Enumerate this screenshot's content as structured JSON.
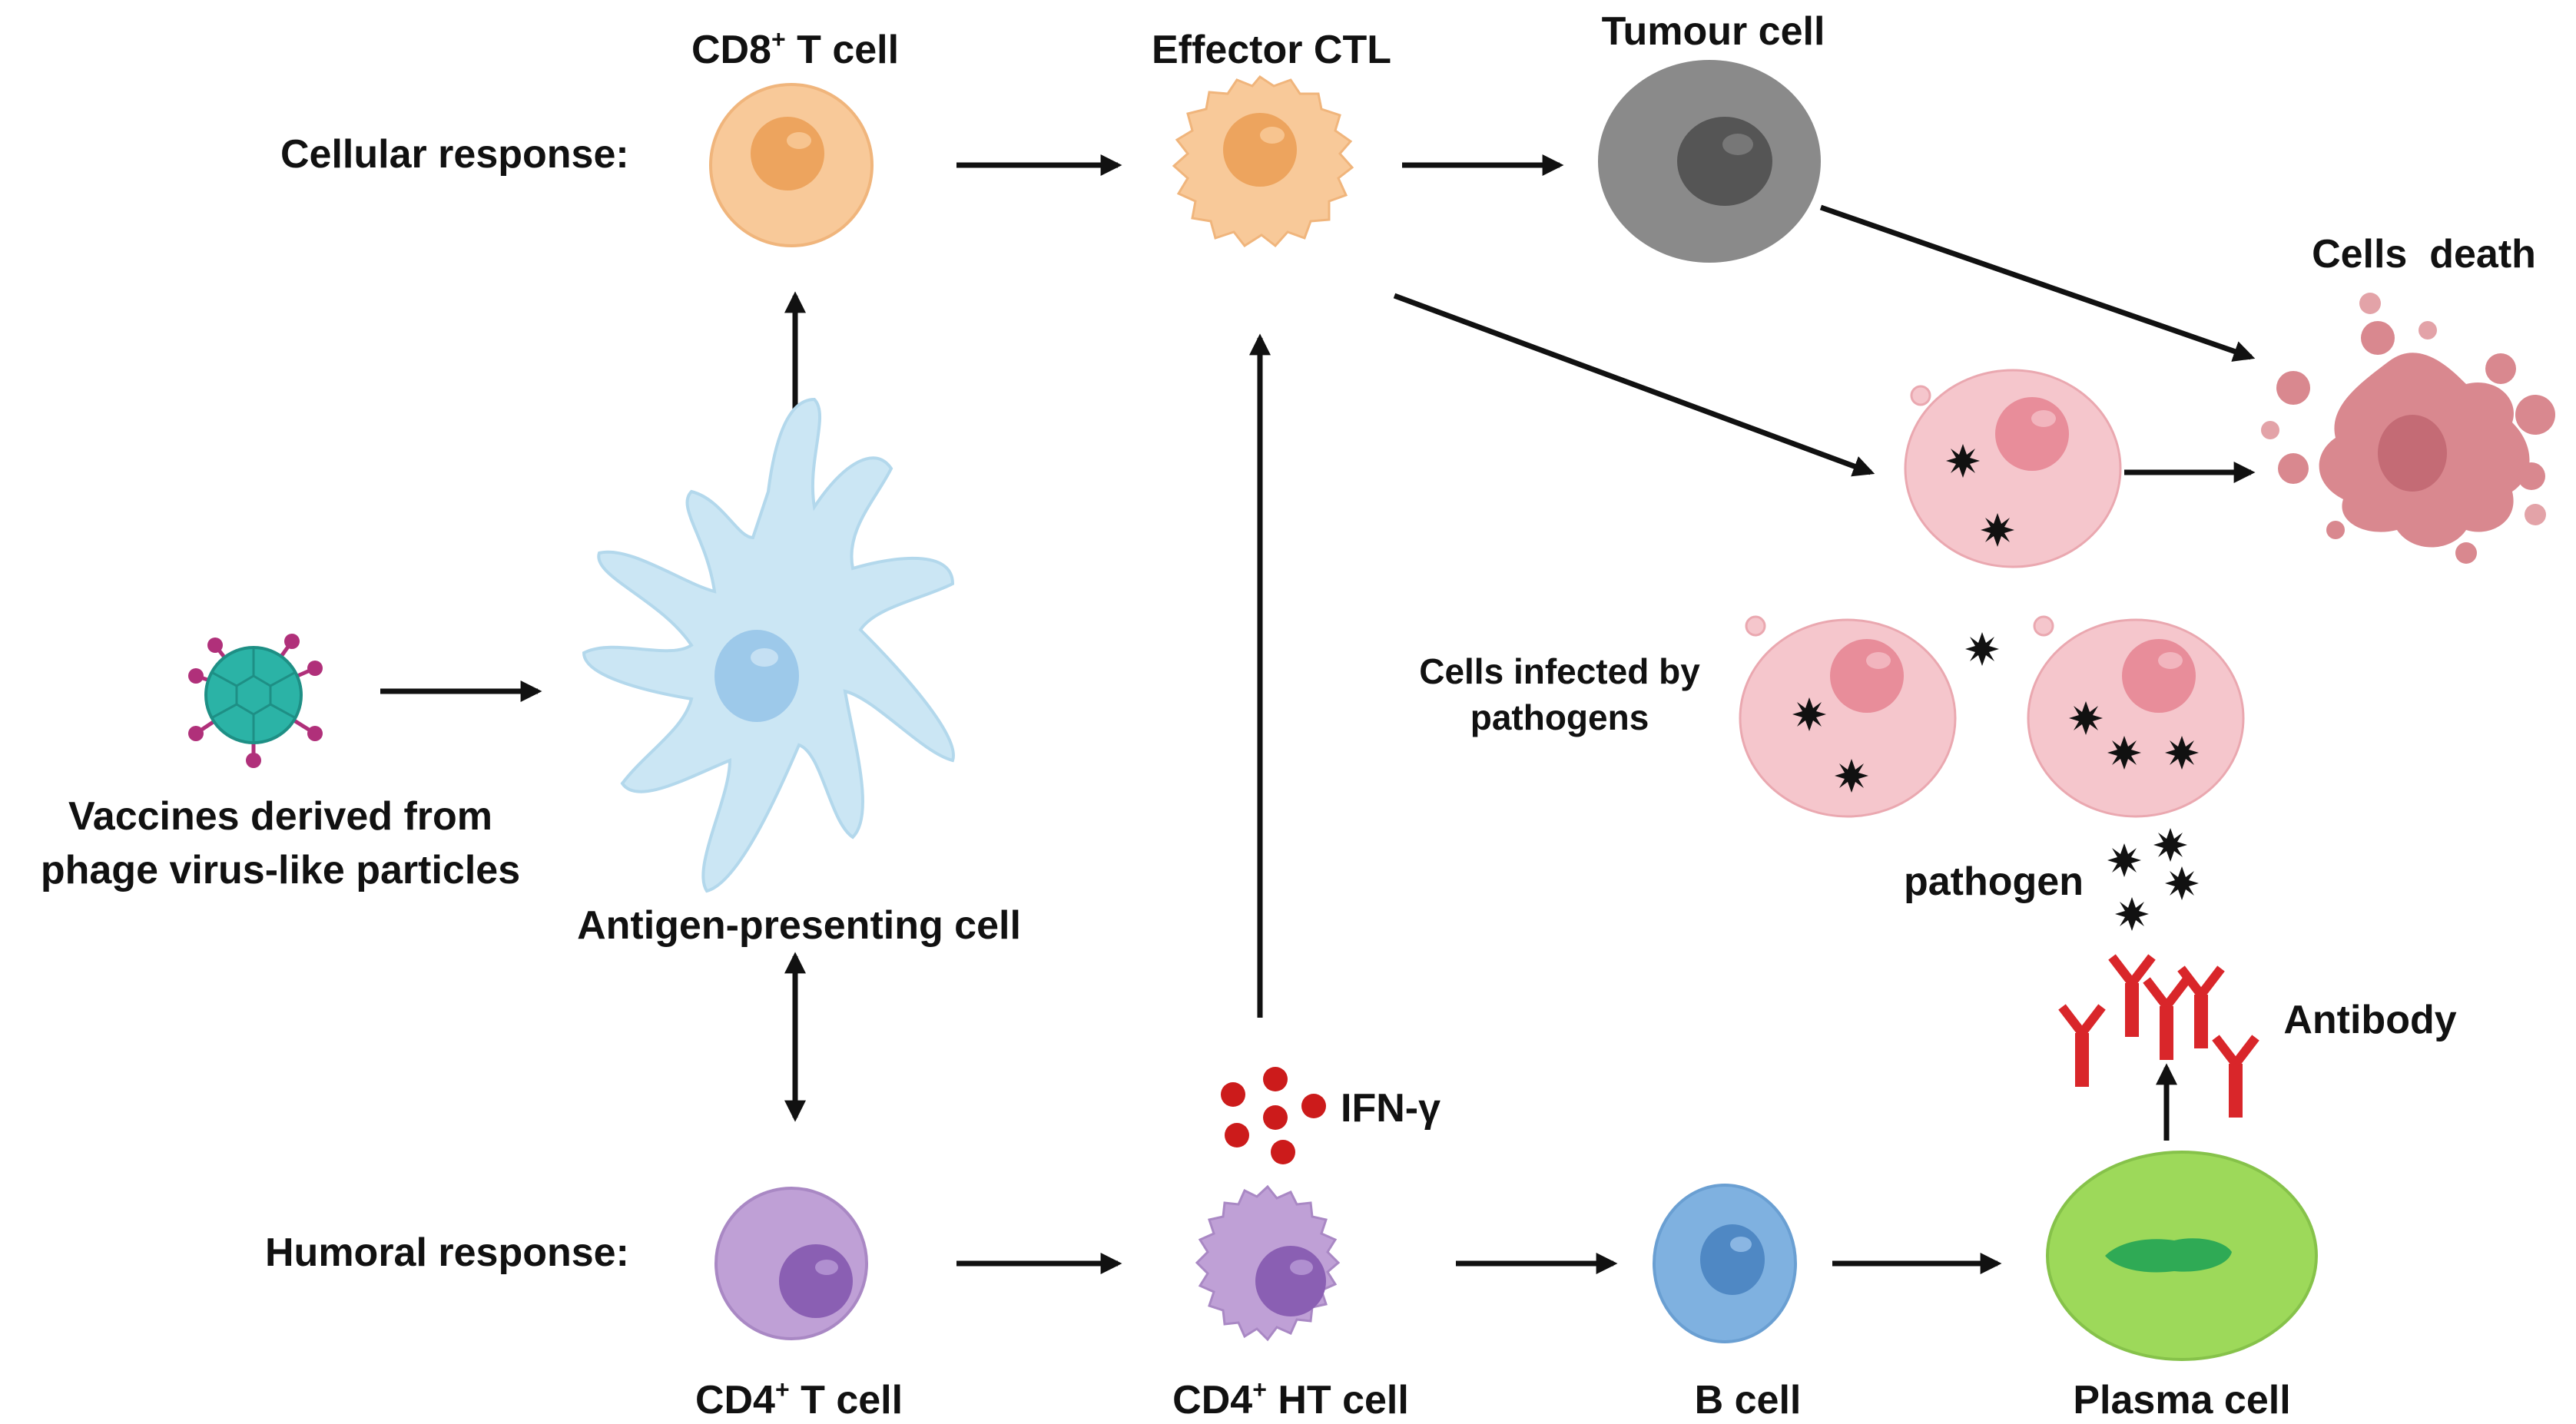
{
  "labels": {
    "cellular_response": "Cellular response:",
    "humoral_response": "Humoral response:",
    "cd8_t_cell": {
      "main": "CD8",
      "sup": "+",
      "rest": " T cell"
    },
    "effector_ctl": "Effector CTL",
    "tumour_cell": "Tumour cell",
    "cells_death": "Cells  death",
    "cells_infected": [
      "Cells infected by",
      "pathogens"
    ],
    "pathogen": "pathogen",
    "antibody": "Antibody",
    "vaccines": [
      "Vaccines derived from",
      "phage virus-like particles"
    ],
    "apc": "Antigen-presenting cell",
    "ifn_gamma": "IFN-γ",
    "cd4_t_cell": {
      "main": "CD4",
      "sup": "+",
      "rest": " T cell"
    },
    "cd4_ht_cell": {
      "main": "CD4",
      "sup": "+",
      "rest": " HT cell"
    },
    "b_cell": "B cell",
    "plasma_cell": "Plasma cell"
  },
  "colors": {
    "cd8_cell": "#f8c999",
    "cd8_nucleus": "#eda45e",
    "tumour_cell": "#8a8a8a",
    "tumour_nucleus": "#555555",
    "infected_cell": "#f5c6cc",
    "infected_nucleus": "#e88d9a",
    "dead_cell": "#d9888f",
    "apc_cell": "#cbe6f4",
    "apc_nucleus": "#9dc9ea",
    "cd4_cell": "#bfa0d6",
    "cd4_nucleus": "#8a5fb3",
    "b_cell": "#7fb1e0",
    "b_nucleus": "#4f88c4",
    "plasma_cell": "#9dd95a",
    "plasma_nucleus": "#2faa55",
    "ifn": "#cc1b1b",
    "antibody": "#d9262a",
    "vlp": "#2bb3a6",
    "vlp_spike": "#b0307a",
    "pathogen": "#111111"
  }
}
